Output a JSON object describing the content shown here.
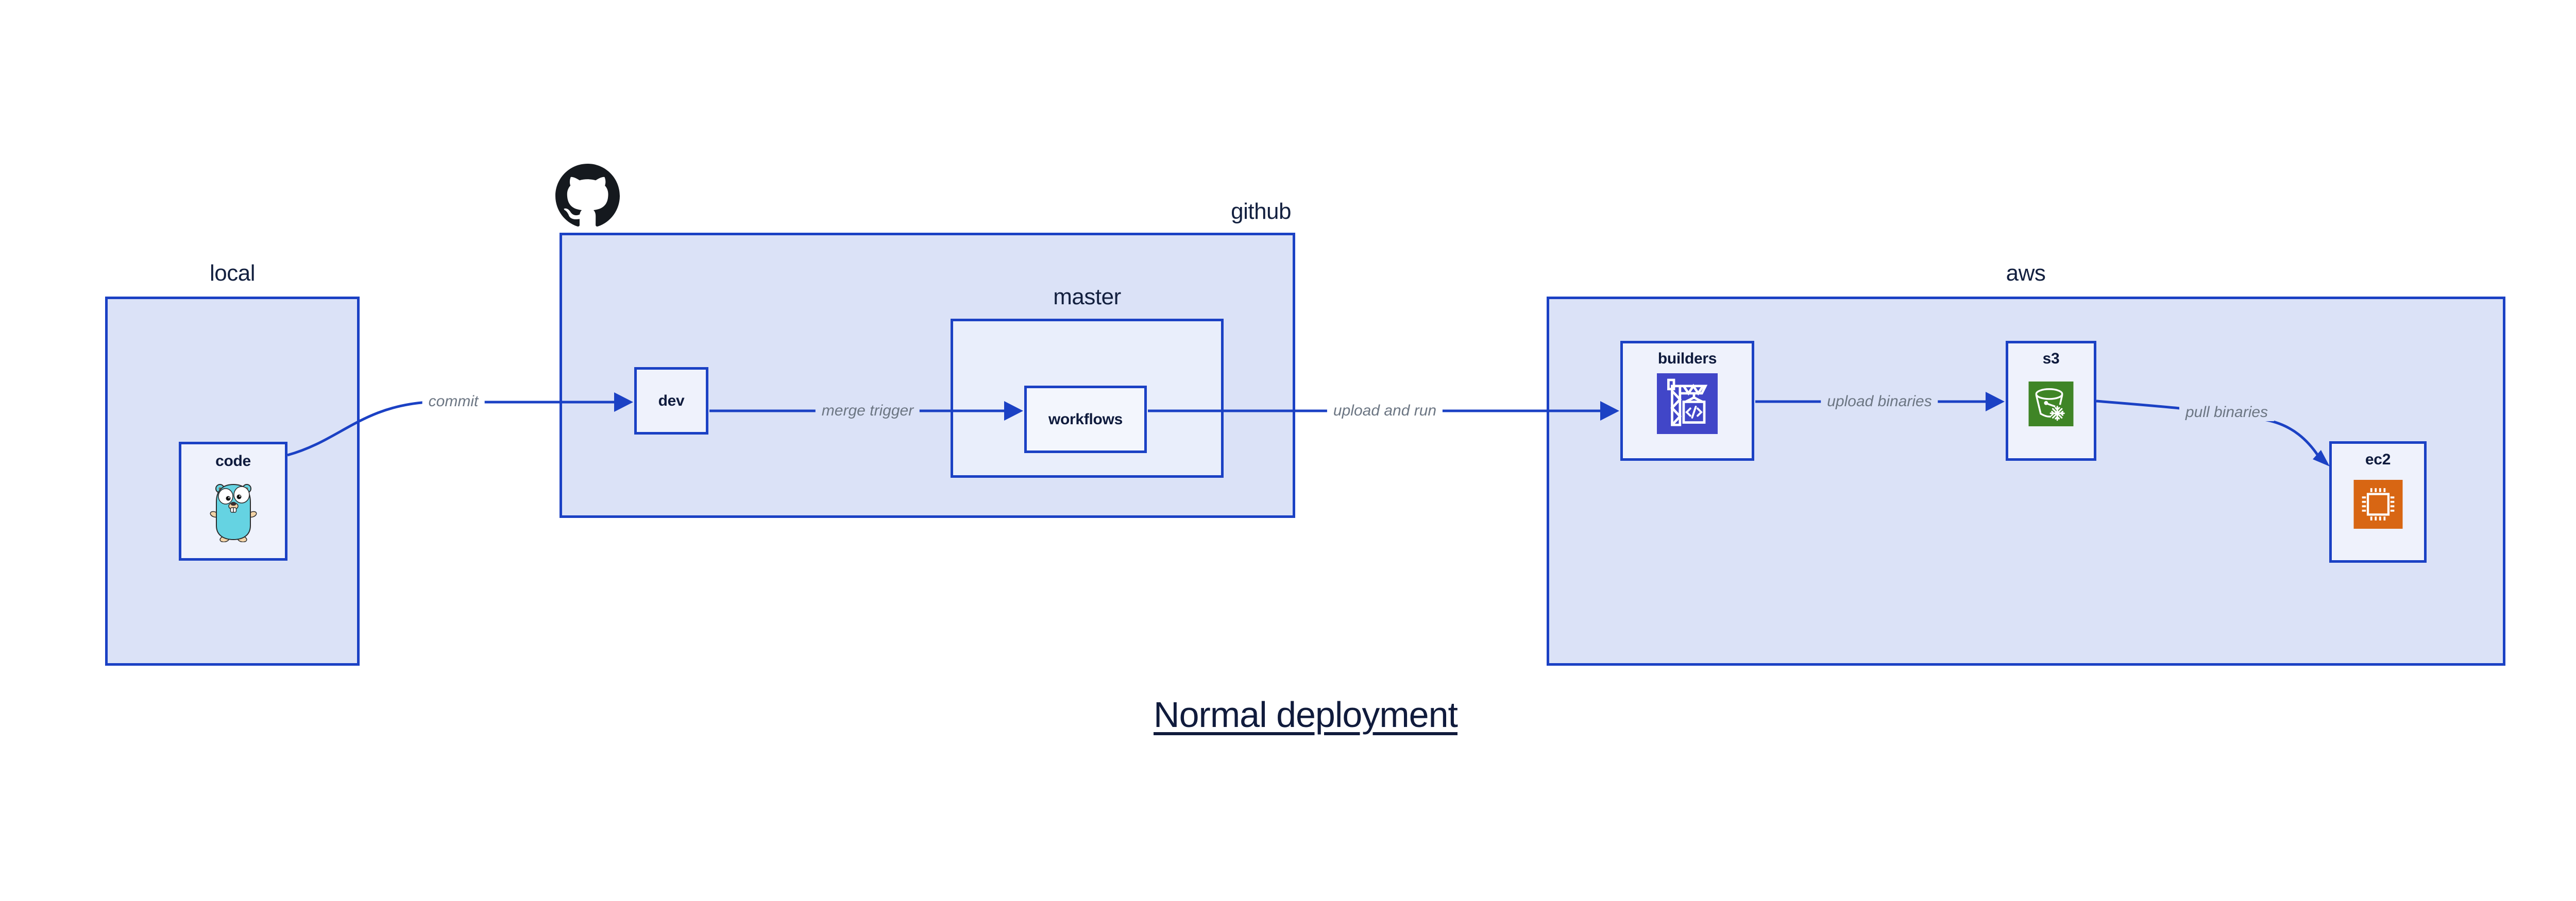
{
  "diagram": {
    "title": "Normal deployment",
    "containers": {
      "local": {
        "label": "local"
      },
      "github": {
        "label": "github"
      },
      "master": {
        "label": "master"
      },
      "aws": {
        "label": "aws"
      }
    },
    "nodes": {
      "code": {
        "label": "code",
        "icon": "go-gopher-icon"
      },
      "dev": {
        "label": "dev"
      },
      "workflows": {
        "label": "workflows"
      },
      "builders": {
        "label": "builders",
        "icon": "codebuild-crane-icon"
      },
      "s3": {
        "label": "s3",
        "icon": "s3-bucket-snowflake-icon"
      },
      "ec2": {
        "label": "ec2",
        "icon": "ec2-chip-icon"
      }
    },
    "edges": [
      {
        "from": "code",
        "to": "dev",
        "label": "commit"
      },
      {
        "from": "dev",
        "to": "workflows",
        "label": "merge trigger"
      },
      {
        "from": "workflows",
        "to": "builders",
        "label": "upload and run"
      },
      {
        "from": "builders",
        "to": "s3",
        "label": "upload binaries"
      },
      {
        "from": "s3",
        "to": "ec2",
        "label": "pull binaries"
      }
    ],
    "logo": "github-octocat-icon",
    "colors": {
      "border_blue": "#1B41C4",
      "container_fill": "#DBE2F7",
      "inner_container_fill": "#E9EEFB",
      "box_fill": "#EFF2FC",
      "node_label_navy": "#0F1B3D",
      "edge_label_gray": "#6C7683",
      "codebuild_indigo": "#4146C8",
      "s3_green": "#3F8526",
      "ec2_orange": "#D86613",
      "gopher_teal": "#65D3E2",
      "github_black": "#15191E"
    }
  }
}
